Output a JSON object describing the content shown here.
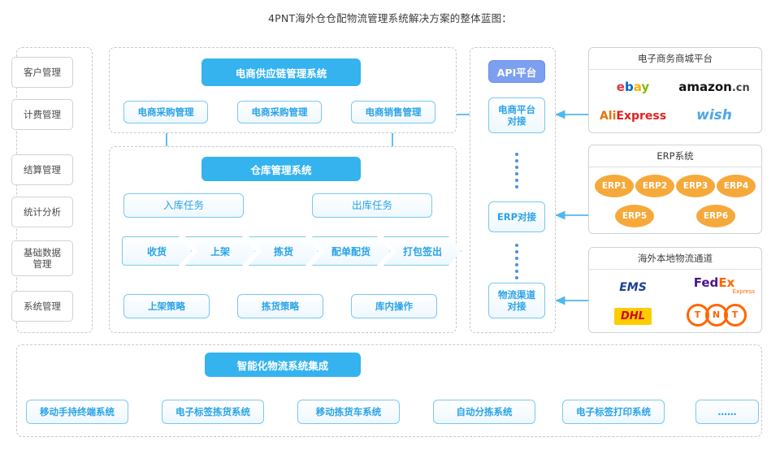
{
  "title": "4PNT海外仓仓配物流管理系统解决方案的整体蓝图：",
  "colors": {
    "header_blue": "#35b3ef",
    "api_purple": "#7d9ff0",
    "box_blue": "#2aa3e8",
    "erp_orange": "#f6a93b",
    "dashed_gray": "#c9c9c9"
  },
  "sidebar": {
    "items": [
      {
        "label": "客户管理"
      },
      {
        "label": "计费管理"
      },
      {
        "label": "结算管理"
      },
      {
        "label": "统计分析"
      },
      {
        "label": "基础数据\n管理"
      },
      {
        "label": "系统管理"
      }
    ]
  },
  "supply_chain": {
    "header": "电商供应链管理系统",
    "modules": [
      {
        "label": "电商采购管理"
      },
      {
        "label": "电商采购管理"
      },
      {
        "label": "电商销售管理"
      }
    ]
  },
  "warehouse": {
    "header": "仓库管理系统",
    "tasks": [
      {
        "label": "入库任务"
      },
      {
        "label": "出库任务"
      }
    ],
    "process": [
      {
        "label": "收货"
      },
      {
        "label": "上架"
      },
      {
        "label": "拣货"
      },
      {
        "label": "配单配货"
      },
      {
        "label": "打包签出"
      }
    ],
    "strategies": [
      {
        "label": "上架策略"
      },
      {
        "label": "拣货策略"
      },
      {
        "label": "库内操作"
      }
    ]
  },
  "api": {
    "header": "API平台",
    "connectors": [
      {
        "label": "电商平台\n对接"
      },
      {
        "label": "ERP对接"
      },
      {
        "label": "物流渠道\n对接"
      }
    ]
  },
  "panels": [
    {
      "title": "电子商务商城平台",
      "logos": [
        "ebay",
        "amazon.cn",
        "AliExpress",
        "wish"
      ]
    },
    {
      "title": "ERP系统",
      "items": [
        "ERP1",
        "ERP2",
        "ERP3",
        "ERP4",
        "ERP5",
        "ERP6"
      ]
    },
    {
      "title": "海外本地物流通道",
      "logos": [
        "EMS",
        "FedEx Express",
        "DHL",
        "TNT"
      ]
    }
  ],
  "bottom": {
    "header": "智能化物流系统集成",
    "items": [
      {
        "label": "移动手持终端系统"
      },
      {
        "label": "电子标签拣货系统"
      },
      {
        "label": "移动拣货车系统"
      },
      {
        "label": "自动分拣系统"
      },
      {
        "label": "电子标签打印系统"
      },
      {
        "label": "……"
      }
    ]
  },
  "logo_text": {
    "ebay": {
      "e": "e",
      "b": "b",
      "a": "a",
      "y": "y"
    },
    "amazon": {
      "name": "amazon",
      "tld": ".cn"
    },
    "ali": {
      "ali": "Ali",
      "express": "Express"
    },
    "wish": "wish",
    "ems": "EMS",
    "fedex": {
      "fed": "Fed",
      "ex": "Ex",
      "sub": "Express"
    },
    "dhl": "DHL",
    "tnt": {
      "t1": "T",
      "n": "N",
      "t2": "T"
    }
  }
}
